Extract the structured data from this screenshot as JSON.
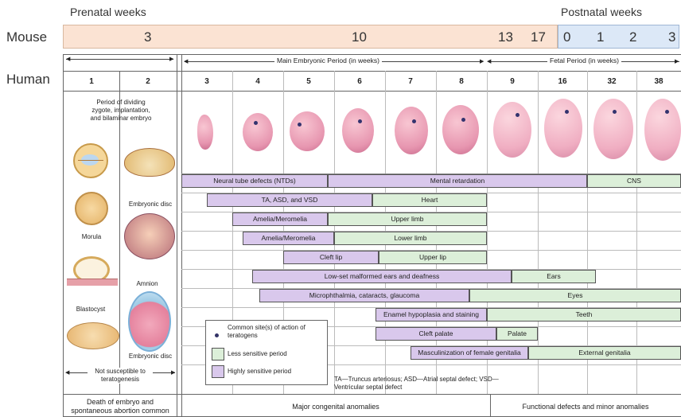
{
  "header": {
    "prenatal_label": "Prenatal weeks",
    "postnatal_label": "Postnatal weeks",
    "mouse_label": "Mouse",
    "human_label": "Human",
    "mouse_prenatal_values": [
      "3",
      "10",
      "13",
      "17"
    ],
    "mouse_postnatal_values": [
      "0",
      "1",
      "2",
      "3"
    ],
    "colors": {
      "prenatal": "#fbe3d3",
      "postnatal": "#dce8f7"
    }
  },
  "periods": {
    "main_embryonic": "Main Embryonic Period (in weeks)",
    "fetal": "Fetal Period (in weeks)"
  },
  "human_weeks": [
    "1",
    "2",
    "3",
    "4",
    "5",
    "6",
    "7",
    "8",
    "9",
    "16",
    "32",
    "38"
  ],
  "early": {
    "period_caption": "Period of dividing zygote, implantation, and bilaminar embryo",
    "morula": "Morula",
    "blastocyst": "Blastocyst",
    "embryonic_disc_1": "Embryonic disc",
    "amnion": "Amnion",
    "embryonic_disc_2": "Embryonic disc",
    "not_susceptible": "Not susceptible to teratogenesis",
    "death_caption": "Death of embryo and spontaneous abortion common"
  },
  "bars": [
    {
      "id": "ntd",
      "label": "Neural tube defects (NTDs)",
      "type": "highly"
    },
    {
      "id": "mental",
      "label": "Mental retardation",
      "type": "highly"
    },
    {
      "id": "cns",
      "label": "CNS",
      "type": "less"
    },
    {
      "id": "heart-h",
      "label": "TA, ASD, and VSD",
      "type": "highly"
    },
    {
      "id": "heart-l",
      "label": "Heart",
      "type": "less"
    },
    {
      "id": "ul-h",
      "label": "Amelia/Meromelia",
      "type": "highly"
    },
    {
      "id": "ul-l",
      "label": "Upper limb",
      "type": "less"
    },
    {
      "id": "ll-h",
      "label": "Amelia/Meromelia",
      "type": "highly"
    },
    {
      "id": "ll-l",
      "label": "Lower limb",
      "type": "less"
    },
    {
      "id": "lip-h",
      "label": "Cleft lip",
      "type": "highly"
    },
    {
      "id": "lip-l",
      "label": "Upper lip",
      "type": "less"
    },
    {
      "id": "ears-h",
      "label": "Low-set malformed ears and deafness",
      "type": "highly"
    },
    {
      "id": "ears-l",
      "label": "Ears",
      "type": "less"
    },
    {
      "id": "eyes-h",
      "label": "Microphthalmia, cataracts, glaucoma",
      "type": "highly"
    },
    {
      "id": "eyes-l",
      "label": "Eyes",
      "type": "less"
    },
    {
      "id": "teeth-h",
      "label": "Enamel hypoplasia and staining",
      "type": "highly"
    },
    {
      "id": "teeth-l",
      "label": "Teeth",
      "type": "less"
    },
    {
      "id": "palate-h",
      "label": "Cleft palate",
      "type": "highly"
    },
    {
      "id": "palate-l",
      "label": "Palate",
      "type": "less"
    },
    {
      "id": "gen-h",
      "label": "Masculinization of female genitalia",
      "type": "highly"
    },
    {
      "id": "gen-l",
      "label": "External genitalia",
      "type": "less"
    }
  ],
  "legend": {
    "dot": "Common site(s) of action of teratogens",
    "less": "Less sensitive period",
    "highly": "Highly sensitive period",
    "colors": {
      "less": "#dcefd9",
      "highly": "#d9c8ec"
    }
  },
  "abbrev": "TA—Truncus arteriosus; ASD—Atrial septal defect; VSD—Ventricular septal defect",
  "footer": {
    "major": "Major congenital anomalies",
    "functional": "Functional defects and minor anomalies"
  }
}
